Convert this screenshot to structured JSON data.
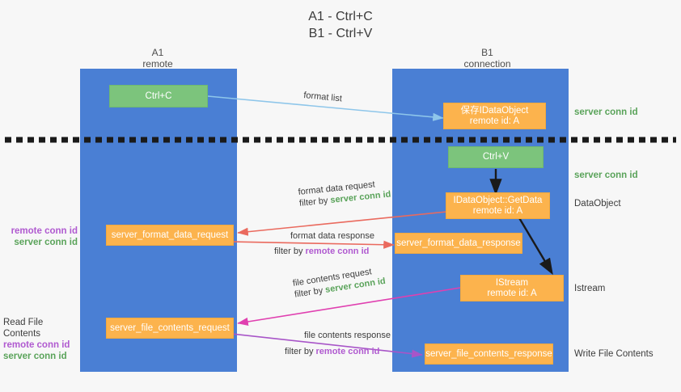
{
  "title": "A1 - Ctrl+C\nB1 - Ctrl+V",
  "columns": [
    {
      "name": "A1",
      "sub": "remote"
    },
    {
      "name": "B1",
      "sub": "connection"
    }
  ],
  "colors": {
    "lane": "#4a7fd4",
    "green_box": "#7cc47c",
    "orange_box": "#fcb34d",
    "server_conn_text": "#5aa35a",
    "remote_conn_text": "#b05ad0",
    "format_list_arrow": "#8ec6ea",
    "format_data_arrow": "#ea6a5e",
    "file_contents_request_arrow": "#e040b0",
    "file_contents_response_arrow": "#a855c8",
    "flow_arrow": "#1a1a1a",
    "divider": "#1a1a1a",
    "background": "#f7f7f7"
  },
  "nodes": {
    "ctrl_c": "Ctrl+C",
    "ctrl_v": "Ctrl+V",
    "save_idataobject": "保存IDataObject\nremote id: A",
    "idataobject_getdata": "IDataObject::GetData\nremote id: A",
    "istream": "IStream\nremote id: A",
    "server_format_data_request": "server_format_data_request",
    "server_format_data_response": "server_format_data_response",
    "server_file_contents_request": "server_file_contents_request",
    "server_file_contents_response": "server_file_contents_response"
  },
  "right_labels": {
    "server_conn_id_top": "server conn id",
    "server_conn_id_mid": "server conn id",
    "dataobject": "DataObject",
    "istream": "Istream",
    "write_file_contents": "Write File Contents"
  },
  "left_labels": {
    "format_stack": {
      "remote": "remote conn id",
      "server": "server conn id"
    },
    "file_stack": {
      "heading": "Read File Contents",
      "remote": "remote conn id",
      "server": "server conn id"
    }
  },
  "edges": {
    "format_list": {
      "label": "format list"
    },
    "format_data_request": {
      "label": "format data request",
      "filter_prefix": "filter by ",
      "filter_target": "server conn id"
    },
    "format_data_response": {
      "label": "format data response",
      "filter_prefix": "filter by ",
      "filter_target": "remote conn id"
    },
    "file_contents_request": {
      "label": "file contents request",
      "filter_prefix": "filter by ",
      "filter_target": "server conn id"
    },
    "file_contents_response": {
      "label": "file contents response",
      "filter_prefix": "filter by ",
      "filter_target": "remote conn id"
    }
  }
}
